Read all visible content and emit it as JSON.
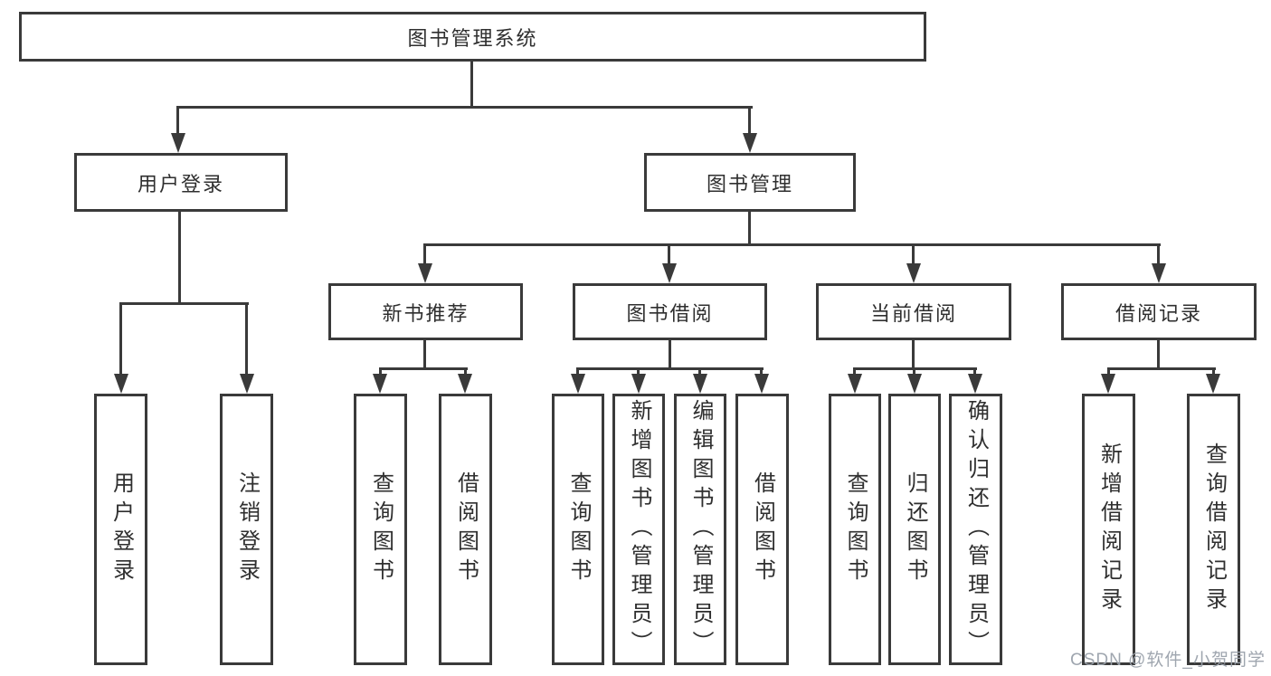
{
  "diagram": {
    "title": "图书管理系统",
    "root": {
      "label": "图书管理系统"
    },
    "level2": {
      "user_login": {
        "label": "用户登录"
      },
      "book_management": {
        "label": "图书管理"
      }
    },
    "level3": {
      "new_book_recommend": {
        "label": "新书推荐"
      },
      "book_borrowing": {
        "label": "图书借阅"
      },
      "current_borrowing": {
        "label": "当前借阅"
      },
      "borrowing_records": {
        "label": "借阅记录"
      }
    },
    "leaves": {
      "user_login_children": {
        "login": "用户登录",
        "logout": "注销登录"
      },
      "new_book_children": {
        "query_books": "查询图书",
        "borrow_books": "借阅图书"
      },
      "book_borrowing_children": {
        "query_books": "查询图书",
        "add_books_admin": "新增图书（管理员）",
        "edit_books_admin": "编辑图书（管理员）",
        "borrow_books": "借阅图书"
      },
      "current_borrowing_children": {
        "query_books": "查询图书",
        "return_books": "归还图书",
        "confirm_return_admin": "确认归还（管理员）"
      },
      "borrowing_records_children": {
        "add_record": "新增借阅记录",
        "query_record": "查询借阅记录"
      }
    }
  },
  "watermark": "CSDN @软件_小贺同学",
  "colors": {
    "line": "#3a3a3a",
    "text": "#2f2f2f",
    "box_background": "#ffffff",
    "watermark": "#9aa1ab",
    "background": "#ffffff"
  }
}
